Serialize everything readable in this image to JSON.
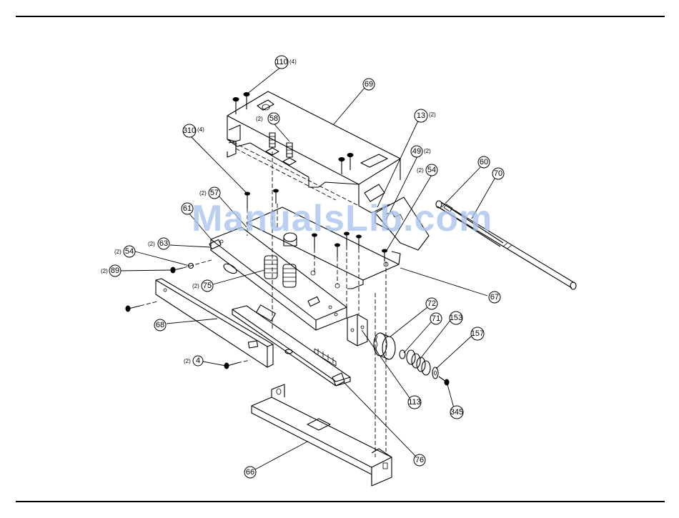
{
  "watermark": "ManualsLib.com",
  "callouts": [
    {
      "id": "110",
      "qty": "(4)",
      "qty_side": "right"
    },
    {
      "id": "69",
      "qty": "",
      "qty_side": ""
    },
    {
      "id": "58",
      "qty": "(2)",
      "qty_side": "left"
    },
    {
      "id": "13",
      "qty": "(2)",
      "qty_side": "right"
    },
    {
      "id": "310",
      "qty": "(4)",
      "qty_side": "right"
    },
    {
      "id": "49",
      "qty": "(2)",
      "qty_side": "right"
    },
    {
      "id": "54",
      "qty": "(2)",
      "qty_side": "left"
    },
    {
      "id": "60",
      "qty": "",
      "qty_side": ""
    },
    {
      "id": "70",
      "qty": "",
      "qty_side": ""
    },
    {
      "id": "57",
      "qty": "(2)",
      "qty_side": "left"
    },
    {
      "id": "61",
      "qty": "",
      "qty_side": ""
    },
    {
      "id": "63",
      "qty": "(2)",
      "qty_side": "left"
    },
    {
      "id": "54",
      "qty": "(2)",
      "qty_side": "left"
    },
    {
      "id": "89",
      "qty": "(2)",
      "qty_side": "left"
    },
    {
      "id": "75",
      "qty": "(2)",
      "qty_side": "left"
    },
    {
      "id": "67",
      "qty": "",
      "qty_side": ""
    },
    {
      "id": "72",
      "qty": "",
      "qty_side": ""
    },
    {
      "id": "71",
      "qty": "",
      "qty_side": ""
    },
    {
      "id": "153",
      "qty": "",
      "qty_side": ""
    },
    {
      "id": "68",
      "qty": "",
      "qty_side": ""
    },
    {
      "id": "157",
      "qty": "",
      "qty_side": ""
    },
    {
      "id": "4",
      "qty": "(2)",
      "qty_side": "left"
    },
    {
      "id": "113",
      "qty": "",
      "qty_side": ""
    },
    {
      "id": "345",
      "qty": "",
      "qty_side": ""
    },
    {
      "id": "76",
      "qty": "",
      "qty_side": ""
    },
    {
      "id": "66",
      "qty": "",
      "qty_side": ""
    }
  ]
}
